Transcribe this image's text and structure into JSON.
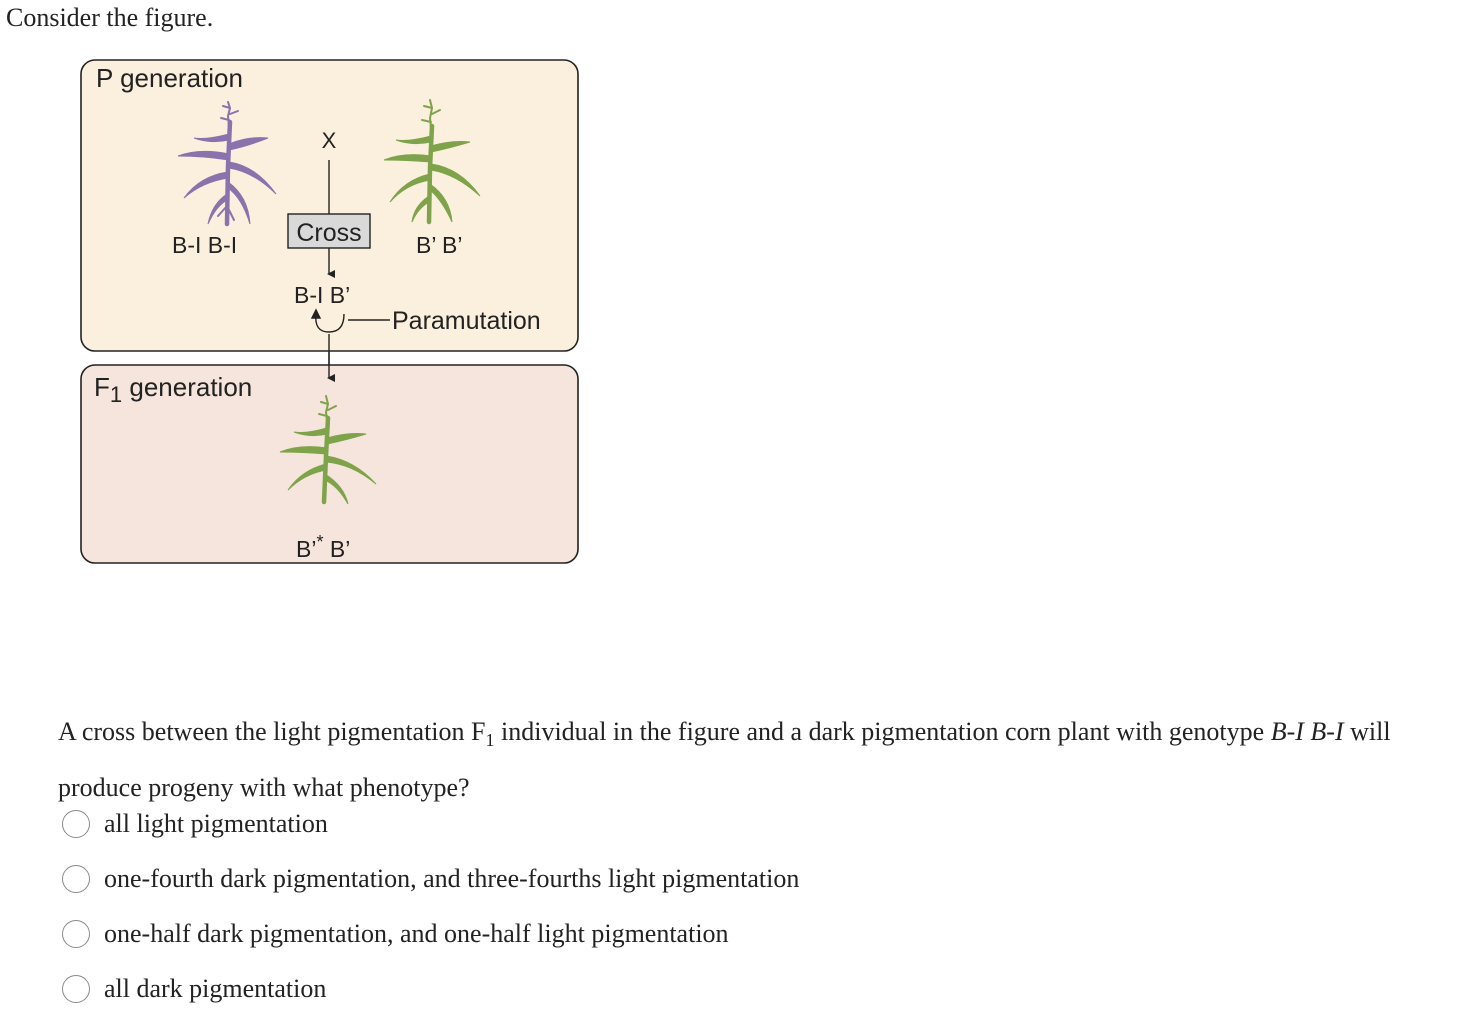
{
  "intro": "Consider the figure.",
  "figure": {
    "p_generation": {
      "title": "P generation",
      "cross_symbol": "X",
      "cross_label": "Cross",
      "left_genotype": "B-I B-I",
      "right_genotype": "B’ B’",
      "offspring_genotype": "B-I B’",
      "paramutation_label": "Paramutation"
    },
    "f1_generation": {
      "title_letter": "F",
      "title_subscript": "1",
      "title_rest": " generation",
      "genotype_main": "B’",
      "genotype_star": "*",
      "genotype_rest": " B’"
    },
    "colors": {
      "p_panel_fill": "#fbf0dd",
      "f1_panel_fill": "#f6e5dc",
      "purple_plant": "#8a72ad",
      "green_plant": "#7ea34a",
      "cross_box_fill": "#d9d9d9"
    }
  },
  "question": {
    "part1": "A cross between the light pigmentation F",
    "sub": "1",
    "part2": " individual in the figure and a dark pigmentation corn plant with genotype ",
    "genotype": "B-I B-I",
    "part3": " will produce progeny with what phenotype?"
  },
  "choices": [
    "all light pigmentation",
    "one-fourth dark pigmentation, and three-fourths light pigmentation",
    "one-half dark pigmentation, and one-half light pigmentation",
    "all dark pigmentation"
  ]
}
